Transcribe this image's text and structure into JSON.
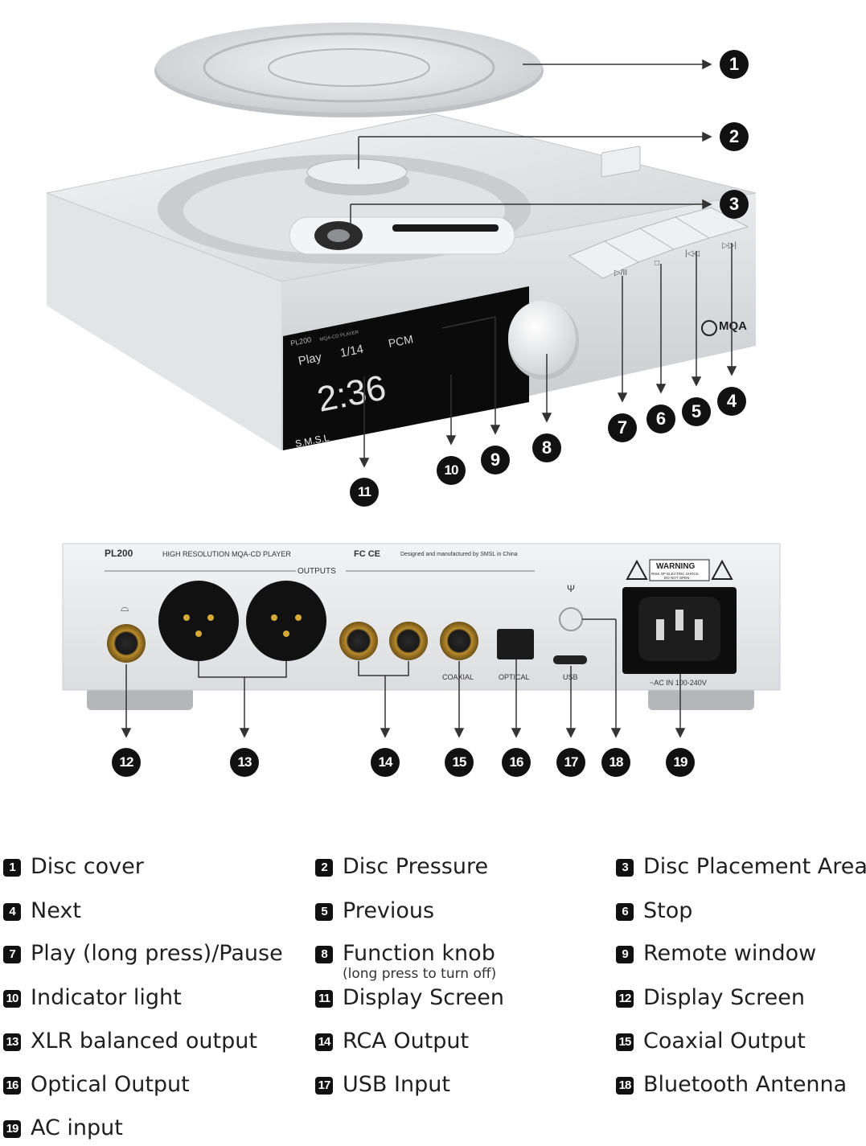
{
  "device": {
    "model_logo": "PL200",
    "front_subtitle": "MQA-CD PLAYER",
    "brand": "S.M.S.L",
    "mqa_badge": "MQA",
    "display": {
      "mode": "Play",
      "track": "1/14",
      "format": "PCM",
      "time": "2:36"
    },
    "rear_title": "HIGH RESOLUTION MQA-CD PLAYER",
    "rear_certs": "FC CE",
    "rear_maker": "Designed and manufactured by SMSL in China",
    "outputs_label": "OUTPUTS",
    "coaxial_label": "COAXIAL",
    "optical_label": "OPTICAL",
    "usb_label": "USB",
    "warning_title": "WARNING",
    "warning_line1": "RISK OF ELECTRIC SHOCK",
    "warning_line2": "DO NOT OPEN",
    "ac_label": "~AC IN 100-240V"
  },
  "callouts": [
    {
      "n": "1"
    },
    {
      "n": "2"
    },
    {
      "n": "3"
    },
    {
      "n": "4"
    },
    {
      "n": "5"
    },
    {
      "n": "6"
    },
    {
      "n": "7"
    },
    {
      "n": "8"
    },
    {
      "n": "9"
    },
    {
      "n": "10"
    },
    {
      "n": "11"
    },
    {
      "n": "12"
    },
    {
      "n": "13"
    },
    {
      "n": "14"
    },
    {
      "n": "15"
    },
    {
      "n": "16"
    },
    {
      "n": "17"
    },
    {
      "n": "18"
    },
    {
      "n": "19"
    }
  ],
  "legend": [
    {
      "n": "1",
      "label": "Disc cover"
    },
    {
      "n": "2",
      "label": "Disc Pressure"
    },
    {
      "n": "3",
      "label": "Disc Placement Area"
    },
    {
      "n": "4",
      "label": "Next"
    },
    {
      "n": "5",
      "label": "Previous"
    },
    {
      "n": "6",
      "label": "Stop"
    },
    {
      "n": "7",
      "label": "Play (long press)/Pause"
    },
    {
      "n": "8",
      "label": "Function knob",
      "sub": "(long press to turn off)"
    },
    {
      "n": "9",
      "label": "Remote window"
    },
    {
      "n": "10",
      "label": "Indicator light"
    },
    {
      "n": "11",
      "label": "Display Screen"
    },
    {
      "n": "12",
      "label": "Display Screen"
    },
    {
      "n": "13",
      "label": "XLR balanced output"
    },
    {
      "n": "14",
      "label": "RCA Output"
    },
    {
      "n": "15",
      "label": "Coaxial Output"
    },
    {
      "n": "16",
      "label": "Optical Output"
    },
    {
      "n": "17",
      "label": "USB Input"
    },
    {
      "n": "18",
      "label": "Bluetooth Antenna"
    },
    {
      "n": "19",
      "label": "AC input"
    }
  ],
  "colors": {
    "metal": "#d9dadc",
    "metal_dark": "#a9abae",
    "badge": "#111111",
    "screen": "#0b0b0b"
  }
}
